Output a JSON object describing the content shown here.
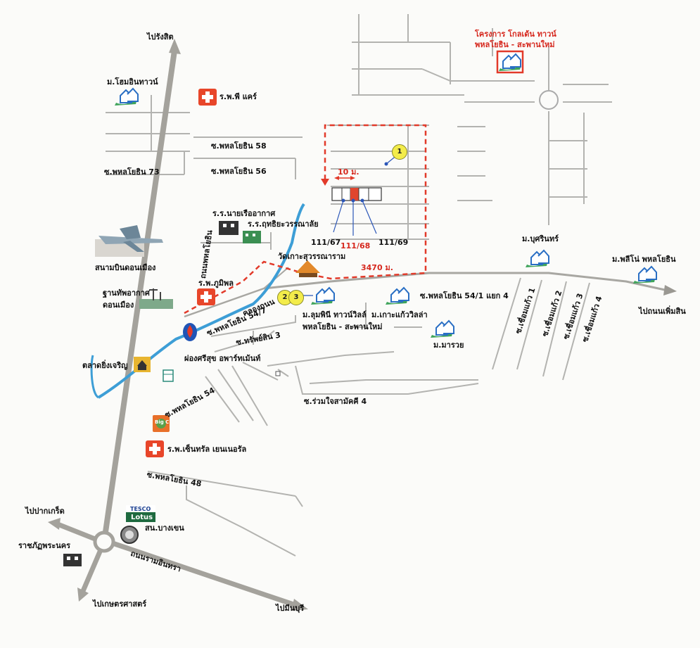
{
  "project": {
    "title_line1": "โครงการ โกลเด้น ทาวน์",
    "title_line2": "พหลโยธิน - สะพานใหม่"
  },
  "directions": {
    "rangsit": "ไปรังสิต",
    "pak_kret": "ไปปากเกร็ด",
    "kaset": "ไปเกษตรศาสตร์",
    "min_buri": "ไปมีนบุรี",
    "phermsin": "ไปถนนเพิ่มสิน"
  },
  "roads": {
    "phahol_main": "ถนนพหลโยธิน",
    "ramintra": "ถนนรามอินทรา",
    "soi58": "ซ.พหลโยธิน 58",
    "soi56": "ซ.พหลโยธิน 56",
    "soi73": "ซ.พหลโยธิน 73",
    "soi54_7": "ซ.พหลโยธิน 54/7",
    "soi54_1": "ซ.พหลโยธิน 54/1 แยก 4",
    "soi54": "ซ.พหลโยธิน 54",
    "soi48": "ซ.พหลโยธิน 48",
    "sapsin3": "ซ.ทรัพย์สิน 3",
    "ruamjai4": "ซ.ร่วมใจสามัคคี 4",
    "khlong": "คลองถนน",
    "chuenkaew1": "ซ.เชื่อมแก้ว 1",
    "chuenkaew2": "ซ.เชื่อมแก้ว 2",
    "chuenkaew3": "ซ.เชื่อมแก้ว 3",
    "chuenkaew4": "ซ.เชื่อมแก้ว 4"
  },
  "places": {
    "home_in_town": "ม.โฮมอินทาวน์",
    "pcare": "ร.พ.พี แคร์",
    "air_tech": "ร.ร.นายเรืออากาศ",
    "rittiya": "ร.ร.ฤทธิยะวรรณาลัย",
    "airport": "สนามบินดอนเมือง",
    "airbase_l1": "ฐานทัพอากาศ",
    "airbase_l2": "ดอนเมือง",
    "bhumibol": "ร.พ.ภูมิพล",
    "market": "ตลาดยิ่งเจริญ",
    "phongsri": "ผ่องศรีสุข อพาร์ทเม้นท์",
    "central_general": "ร.พ.เซ็นทรัล เยนเนอรัล",
    "tesco": "TESCO",
    "lotus": "Lotus",
    "bangkhen": "สน.บางเขน",
    "rajabhat": "ราชภัฏพระนคร",
    "wat": "วัดเกาะสุวรรณาราม",
    "lumpini_l1": "ม.ลุมพินี ทาวน์วิลล์",
    "lumpini_l2": "พหลโยธิน - สะพานใหม่",
    "kokaew": "ม.เกาะแก้ววิลล่า",
    "marui": "ม.มารวย",
    "busarin": "ม.บุศรินทร์",
    "pleno": "ม.พลีโน่ พหลโยธิน",
    "bigc": "Big C"
  },
  "plots": {
    "p1": "111/67",
    "p2": "111/68",
    "p3": "111/69"
  },
  "distances": {
    "width": "10 ม.",
    "route": "3470 ม."
  },
  "markers": {
    "m1": "1",
    "m2": "2",
    "m3": "3"
  },
  "colors": {
    "road": "#a9a9a6",
    "main_road": "#a4a29c",
    "canal": "#3d9ed6",
    "route": "#e23a2a",
    "house": "#2a6fc4",
    "green": "#3fa45b"
  }
}
